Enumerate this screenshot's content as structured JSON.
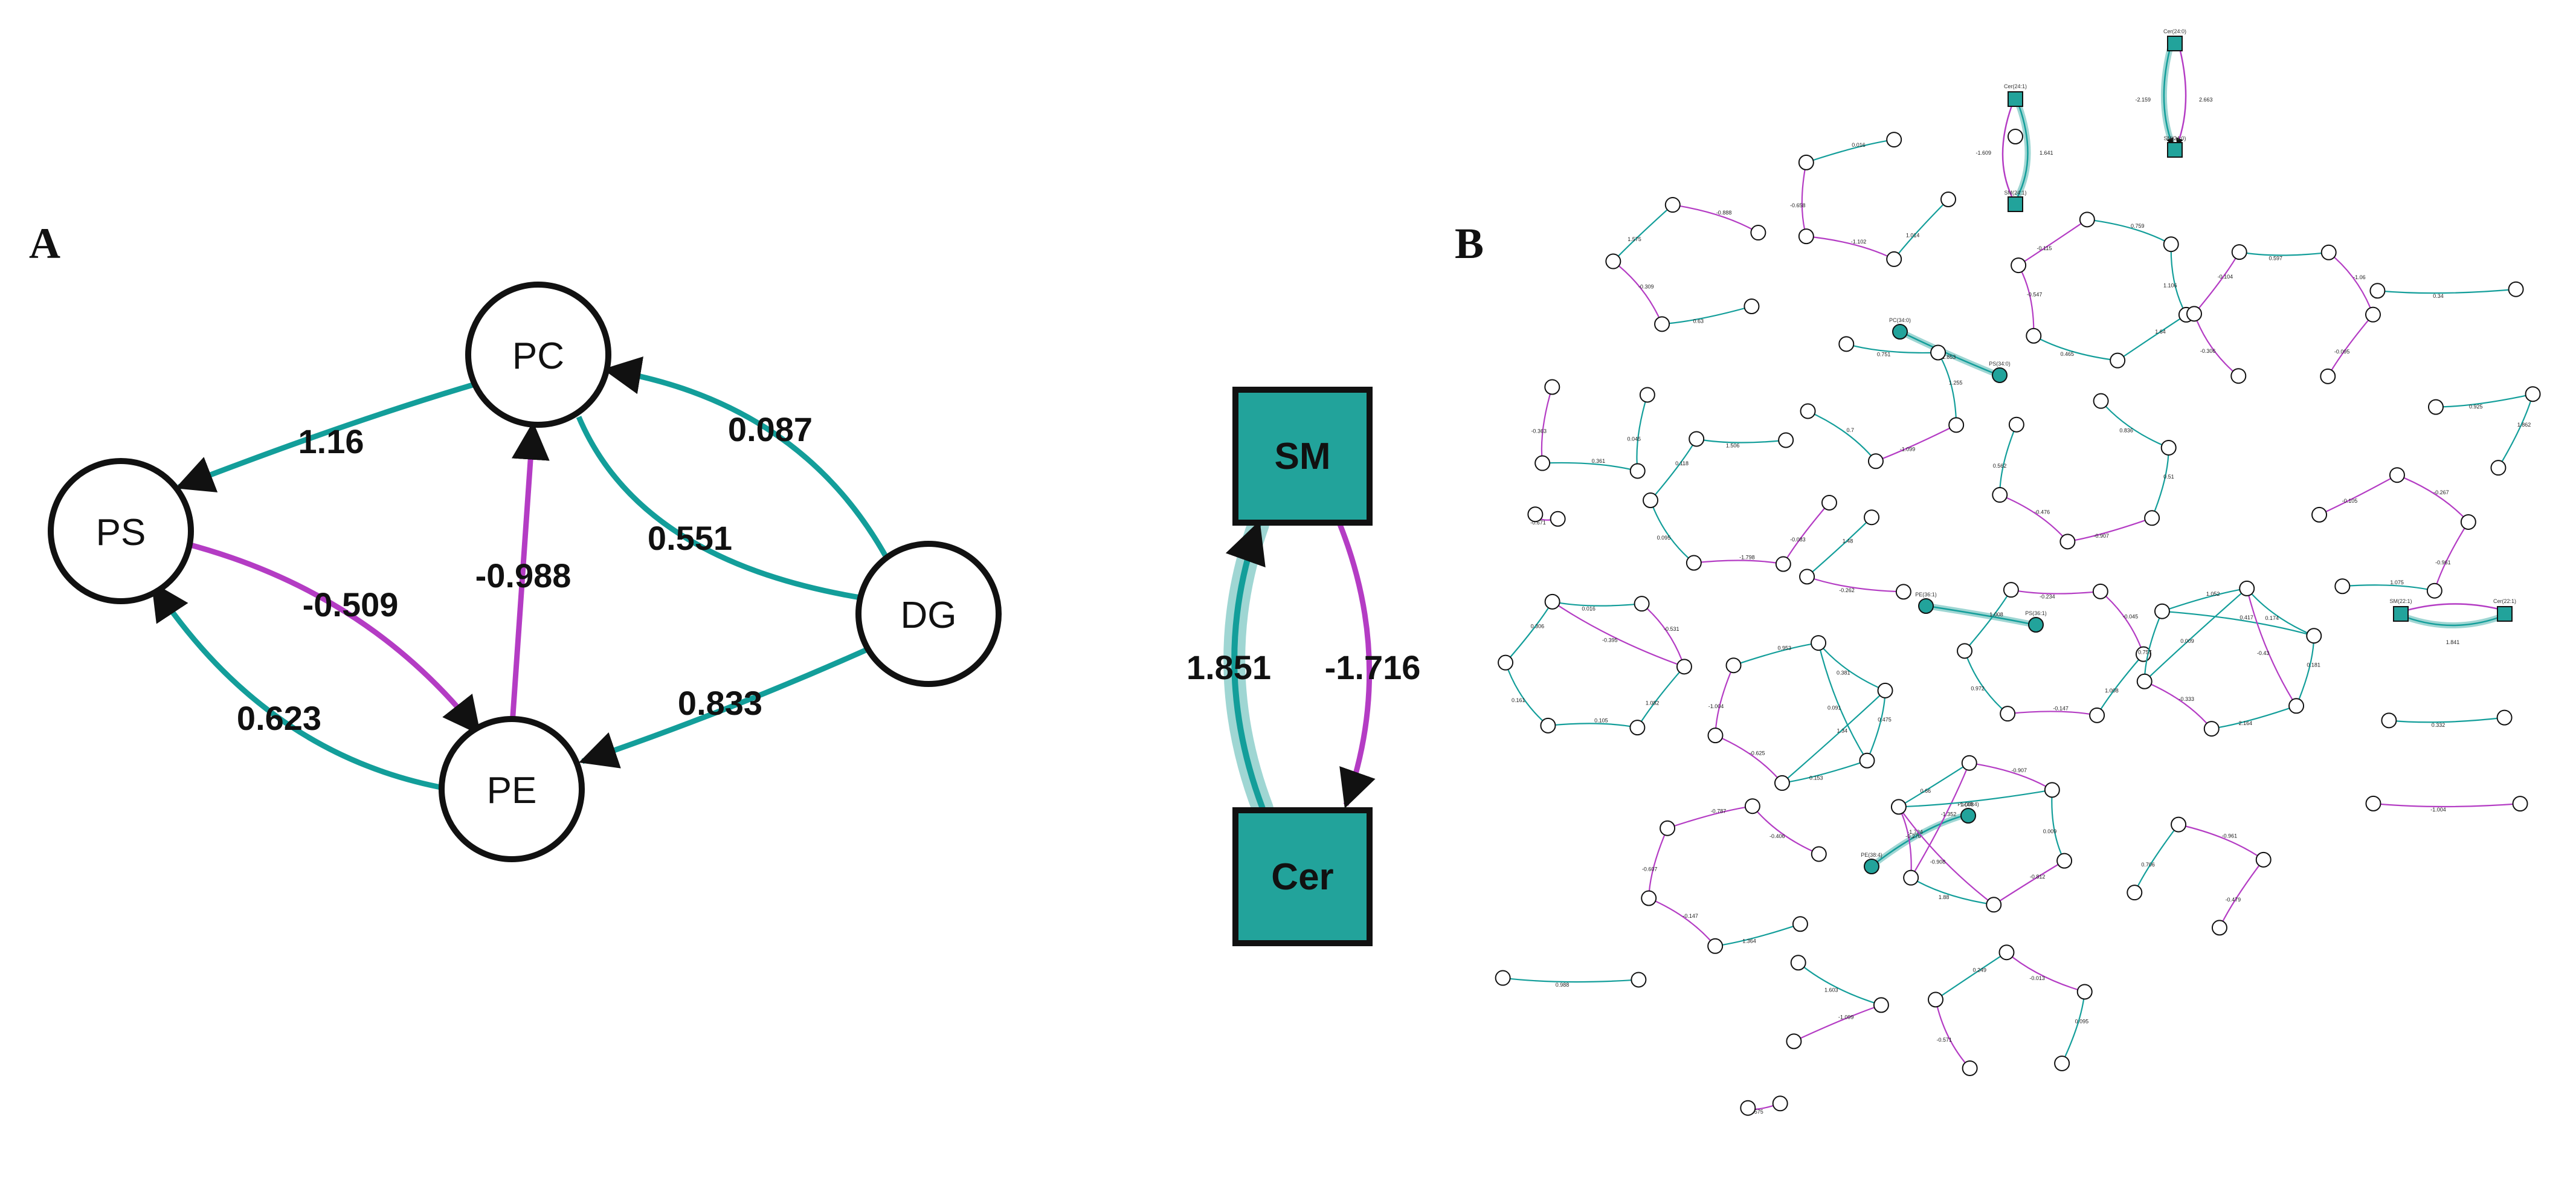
{
  "panels": {
    "a": "A",
    "b": "B"
  },
  "colors": {
    "positive": "#139e9a",
    "negative": "#b43cc4",
    "node_fill": "#ffffff",
    "node_stroke": "#111111",
    "sq_fill": "#22a39b",
    "glow": "#9fd6d3"
  },
  "nodes_a": [
    {
      "id": "PC",
      "label": "PC"
    },
    {
      "id": "PS",
      "label": "PS"
    },
    {
      "id": "DG",
      "label": "DG"
    },
    {
      "id": "PE",
      "label": "PE"
    }
  ],
  "edges_a": [
    {
      "from": "PC",
      "to": "PS",
      "weight": "1.16",
      "sign": "pos"
    },
    {
      "from": "DG",
      "to": "PC",
      "weight": "0.087",
      "sign": "pos"
    },
    {
      "from": "PC",
      "to": "DG",
      "weight": "0.551",
      "sign": "pos"
    },
    {
      "from": "PS",
      "to": "PE",
      "weight": "-0.509",
      "sign": "neg"
    },
    {
      "from": "PE",
      "to": "PC",
      "weight": "-0.988",
      "sign": "neg"
    },
    {
      "from": "PE",
      "to": "PS",
      "weight": "0.623",
      "sign": "pos"
    },
    {
      "from": "DG",
      "to": "PE",
      "weight": "0.833",
      "sign": "pos"
    }
  ],
  "nodes_sq": [
    {
      "id": "SM",
      "label": "SM"
    },
    {
      "id": "Cer",
      "label": "Cer"
    }
  ],
  "edges_sq": [
    {
      "from": "Cer",
      "to": "SM",
      "weight": "1.851",
      "sign": "pos"
    },
    {
      "from": "SM",
      "to": "Cer",
      "weight": "-1.716",
      "sign": "neg"
    }
  ],
  "network_b": {
    "highlight": {
      "nodes": [
        {
          "label": "Cer(24:0)"
        },
        {
          "label": "SM(24:0)"
        },
        {
          "label": "Cer(24:1)"
        },
        {
          "label": "SM(24:1)"
        },
        {
          "label": "PC(34:0)"
        },
        {
          "label": "PS(34:0)"
        },
        {
          "label": "PE(36:1)"
        },
        {
          "label": "PS(36:1)"
        },
        {
          "label": "PE(38:4)"
        },
        {
          "label": "PS(38:4)"
        },
        {
          "label": "SM(22:1)"
        },
        {
          "label": "Cer(22:1)"
        }
      ],
      "edges": [
        {
          "weight": "-2.159"
        },
        {
          "weight": "2.663"
        },
        {
          "weight": "-1.609"
        },
        {
          "weight": "1.641"
        },
        {
          "weight": "1.853"
        },
        {
          "weight": "-1.734"
        },
        {
          "weight": "1.841"
        }
      ]
    },
    "cluster_weights": [
      [
        "1.014",
        "-1.102",
        "-0.658",
        "0.016"
      ],
      [
        "0.63",
        "-0.309",
        "1.575",
        "-0.888"
      ],
      [
        "0.465",
        "-0.547",
        "-0.115",
        "0.759",
        "1.106",
        "1.64"
      ],
      [
        "-0.306",
        "-0.104",
        "0.597",
        "-1.06",
        "-0.095"
      ],
      [
        "0.34"
      ],
      [
        "0.925",
        "1.862"
      ],
      [
        "0.751",
        "1.255",
        "-1.099",
        "0.7"
      ],
      [
        "0.836",
        "0.51",
        "-0.907",
        "-0.476",
        "0.562"
      ],
      [
        "0.045",
        "0.361",
        "-0.363"
      ],
      [
        "-0.083",
        "-1.798",
        "0.095",
        "0.118",
        "1.506"
      ],
      [
        "-0.262",
        "1.48"
      ],
      [
        "-0.671"
      ],
      [
        "0.972",
        "1.008",
        "-0.234",
        "-0.045",
        "1.008",
        "-0.147"
      ],
      [
        "0.757",
        "1.052",
        "0.174",
        "0.181",
        "2.164",
        "-0.333",
        "0.009",
        "0.417",
        "-0.43"
      ],
      [
        "-0.105",
        "-0.267",
        "-0.961",
        "1.075"
      ],
      [
        "0.016",
        "-0.531",
        "1.082",
        "0.105",
        "0.161",
        "0.306",
        "-0.395"
      ],
      [
        "0.381",
        "0.475",
        "0.153",
        "-0.625",
        "-1.004",
        "0.953",
        "0.091",
        "1.34"
      ],
      [
        "0.332"
      ],
      [
        "-1.004"
      ],
      [
        "1.364",
        "-0.147",
        "-0.607",
        "-0.787",
        "-0.406"
      ],
      [
        "1.88",
        "-0.276",
        "0.66",
        "-0.907",
        "0.009",
        "-0.812",
        "-0.908",
        "-1.352",
        "1.008"
      ],
      [
        "-0.571",
        "0.249",
        "-0.013",
        "0.095"
      ],
      [
        "0.706",
        "-0.961",
        "-0.479"
      ],
      [
        "0.988"
      ],
      [
        "1.603",
        "-1.099"
      ],
      [
        "-0.575"
      ]
    ]
  }
}
